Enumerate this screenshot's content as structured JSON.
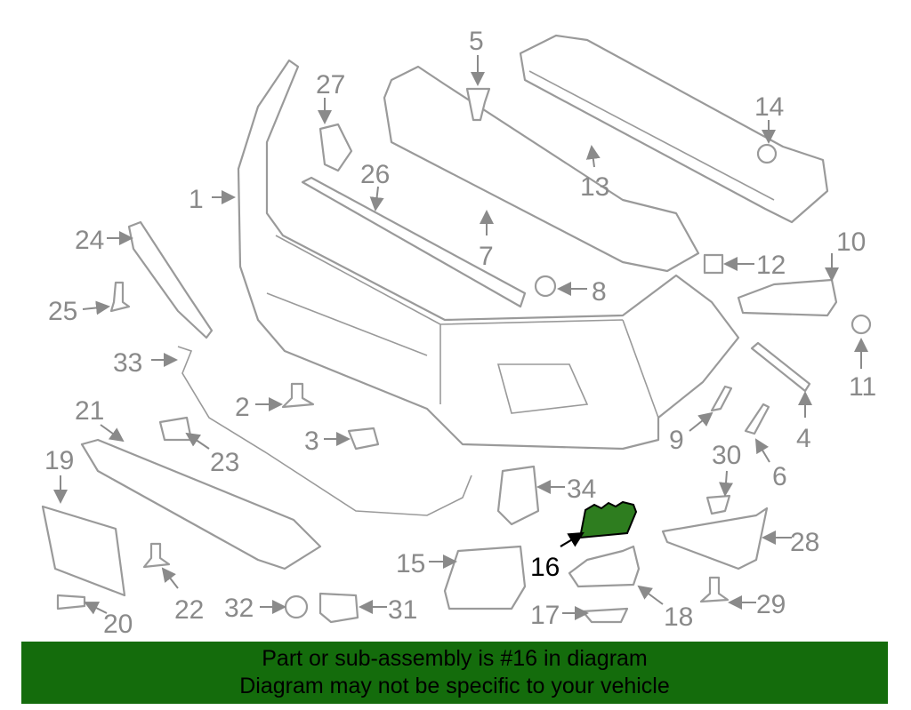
{
  "diagram": {
    "labels": [
      "1",
      "2",
      "3",
      "4",
      "5",
      "6",
      "7",
      "8",
      "9",
      "10",
      "11",
      "12",
      "13",
      "14",
      "15",
      "16",
      "17",
      "18",
      "19",
      "20",
      "21",
      "22",
      "23",
      "24",
      "25",
      "26",
      "27",
      "28",
      "29",
      "30",
      "31",
      "32",
      "33",
      "34"
    ],
    "highlighted_part": "16",
    "highlight_color": "#2e7d1f"
  },
  "banner": {
    "line1": "Part or sub-assembly is #16 in diagram",
    "line2": "Diagram may not be specific to your vehicle",
    "color": "#146c0c"
  }
}
